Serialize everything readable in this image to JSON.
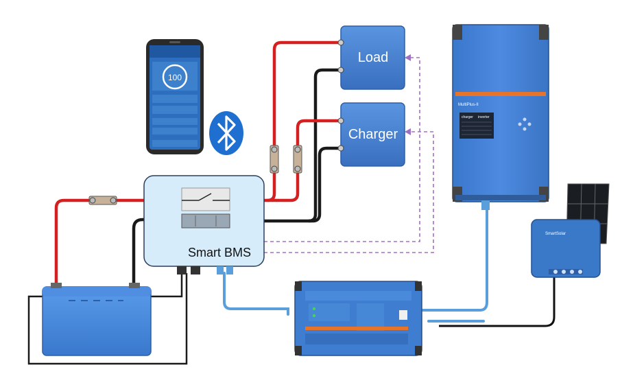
{
  "diagram": {
    "load_label": "Load",
    "charger_label": "Charger",
    "bms_label": "Smart BMS",
    "inverter_brand": "MultiPlus-II",
    "inverter_col_a": "charger",
    "inverter_col_b": "inverter",
    "mppt_brand": "SmartSolar",
    "phone_gauge_value": "100",
    "icons": [
      "bluetooth-icon",
      "solar-panel-icon",
      "smartphone-icon"
    ],
    "colors": {
      "positive_cable": "#d42020",
      "negative_cable": "#1a1a1a",
      "ve_bus_cable": "#5a9fdc",
      "dashed_signal": "#a070c0",
      "victron_blue": "#3a78c8",
      "victron_orange": "#e8742a"
    }
  }
}
